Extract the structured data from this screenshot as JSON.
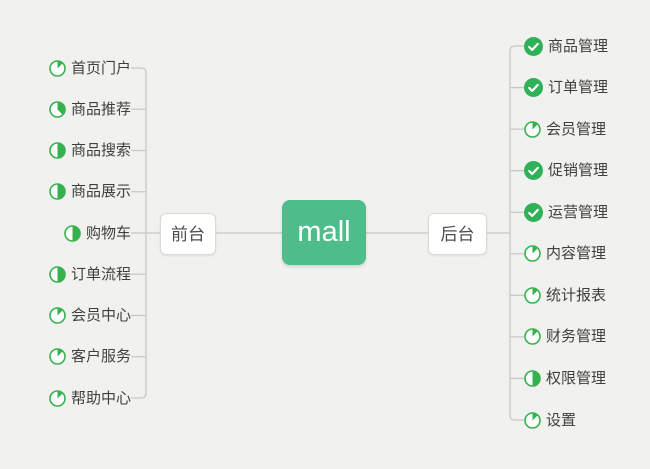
{
  "canvas": {
    "background": "#f1f1ef",
    "connector_color": "#c8c8c6"
  },
  "root": {
    "label": "mall",
    "fill": "#4ebd8b",
    "text_color": "#ffffff"
  },
  "icon_colors": {
    "pie": "#35b24e",
    "done": "#2fb157"
  },
  "branches": {
    "left": {
      "node": {
        "label": "前台"
      },
      "items": [
        {
          "label": "首页门户",
          "progress": 0.125
        },
        {
          "label": "商品推荐",
          "progress": 0.375
        },
        {
          "label": "商品搜索",
          "progress": 0.5
        },
        {
          "label": "商品展示",
          "progress": 0.5
        },
        {
          "label": "购物车",
          "progress": 0.5
        },
        {
          "label": "订单流程",
          "progress": 0.5
        },
        {
          "label": "会员中心",
          "progress": 0.125
        },
        {
          "label": "客户服务",
          "progress": 0.125
        },
        {
          "label": "帮助中心",
          "progress": 0.125
        }
      ]
    },
    "right": {
      "node": {
        "label": "后台"
      },
      "items": [
        {
          "label": "商品管理",
          "progress": 1
        },
        {
          "label": "订单管理",
          "progress": 1
        },
        {
          "label": "会员管理",
          "progress": 0.125
        },
        {
          "label": "促销管理",
          "progress": 1
        },
        {
          "label": "运营管理",
          "progress": 1
        },
        {
          "label": "内容管理",
          "progress": 0.125
        },
        {
          "label": "统计报表",
          "progress": 0.125
        },
        {
          "label": "财务管理",
          "progress": 0.125
        },
        {
          "label": "权限管理",
          "progress": 0.5
        },
        {
          "label": "设置",
          "progress": 0.125
        }
      ]
    }
  }
}
